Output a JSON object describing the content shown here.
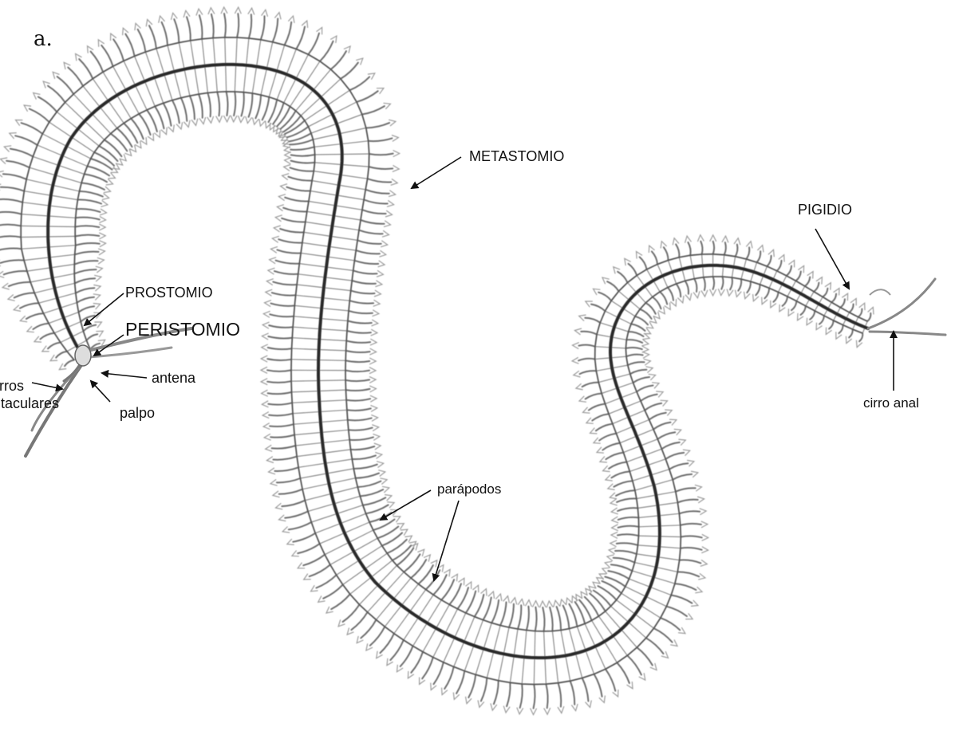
{
  "figure": {
    "panel_letter": "a."
  },
  "labels": {
    "metastomio": "METASTOMIO",
    "pigidio": "PIGIDIO",
    "prostomio": "PROSTOMIO",
    "peristomio": "PERISTOMIO",
    "antena": "antena",
    "cirros_tentaculares_line1": "cirros",
    "cirros_tentaculares_line2": "tentaculares",
    "palpo": "palpo",
    "parapodos": "parápodos",
    "cirro_anal": "cirro anal"
  },
  "colors": {
    "background": "#ffffff",
    "outline": "#555555",
    "gut_line": "#2b2b2b",
    "label_text": "#111111",
    "arrow": "#111111"
  }
}
